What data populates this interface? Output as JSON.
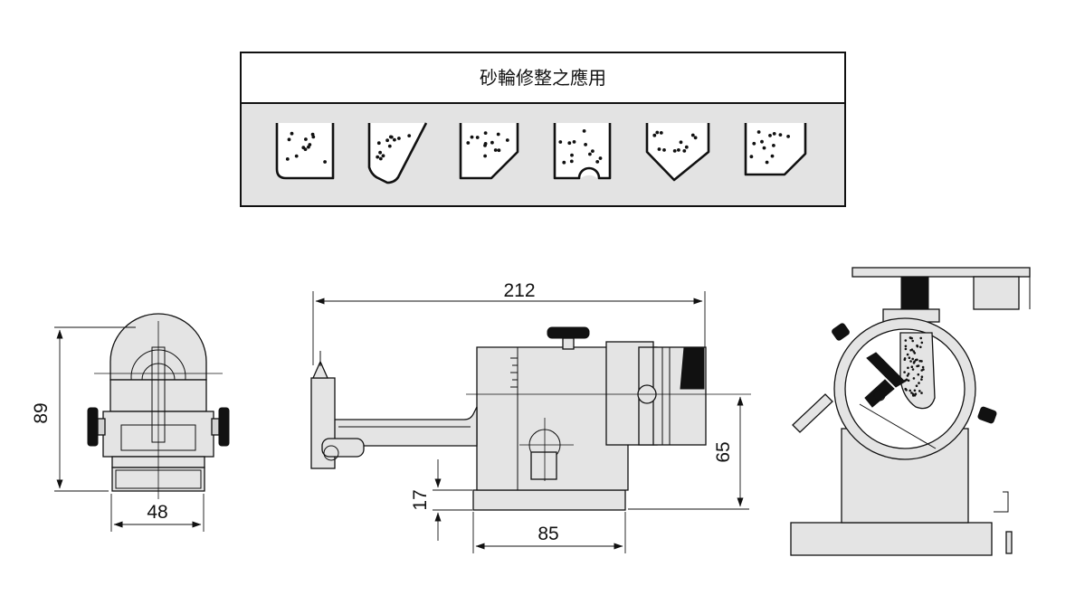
{
  "panel": {
    "title": "砂輪修整之應用",
    "profiles": [
      "flat",
      "angled",
      "chamfer",
      "radius-notch",
      "vee",
      "corner-chamfer"
    ]
  },
  "dimensions": {
    "side_height": "89",
    "side_width": "48",
    "front_length": "212",
    "front_height": "65",
    "base_height": "17",
    "base_width": "85"
  },
  "colors": {
    "line": "#111111",
    "part_fill": "#e4e4e4",
    "panel_fill": "#e3e3e3"
  }
}
